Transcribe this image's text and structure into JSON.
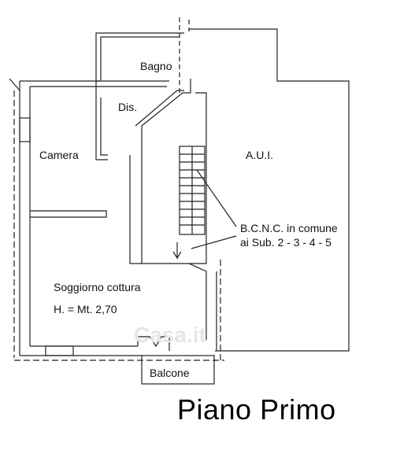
{
  "plan": {
    "title": "Piano Primo",
    "watermark": "Casa.it",
    "rooms": {
      "bagno": "Bagno",
      "dis": "Dis.",
      "camera": "Camera",
      "aui": "A.U.I.",
      "bcnc_line1": "B.C.N.C. in comune",
      "bcnc_line2": "ai Sub. 2 - 3 - 4 - 5",
      "soggiorno": "Soggiorno cottura",
      "height": "H. = Mt. 2,70",
      "balcone": "Balcone"
    }
  }
}
